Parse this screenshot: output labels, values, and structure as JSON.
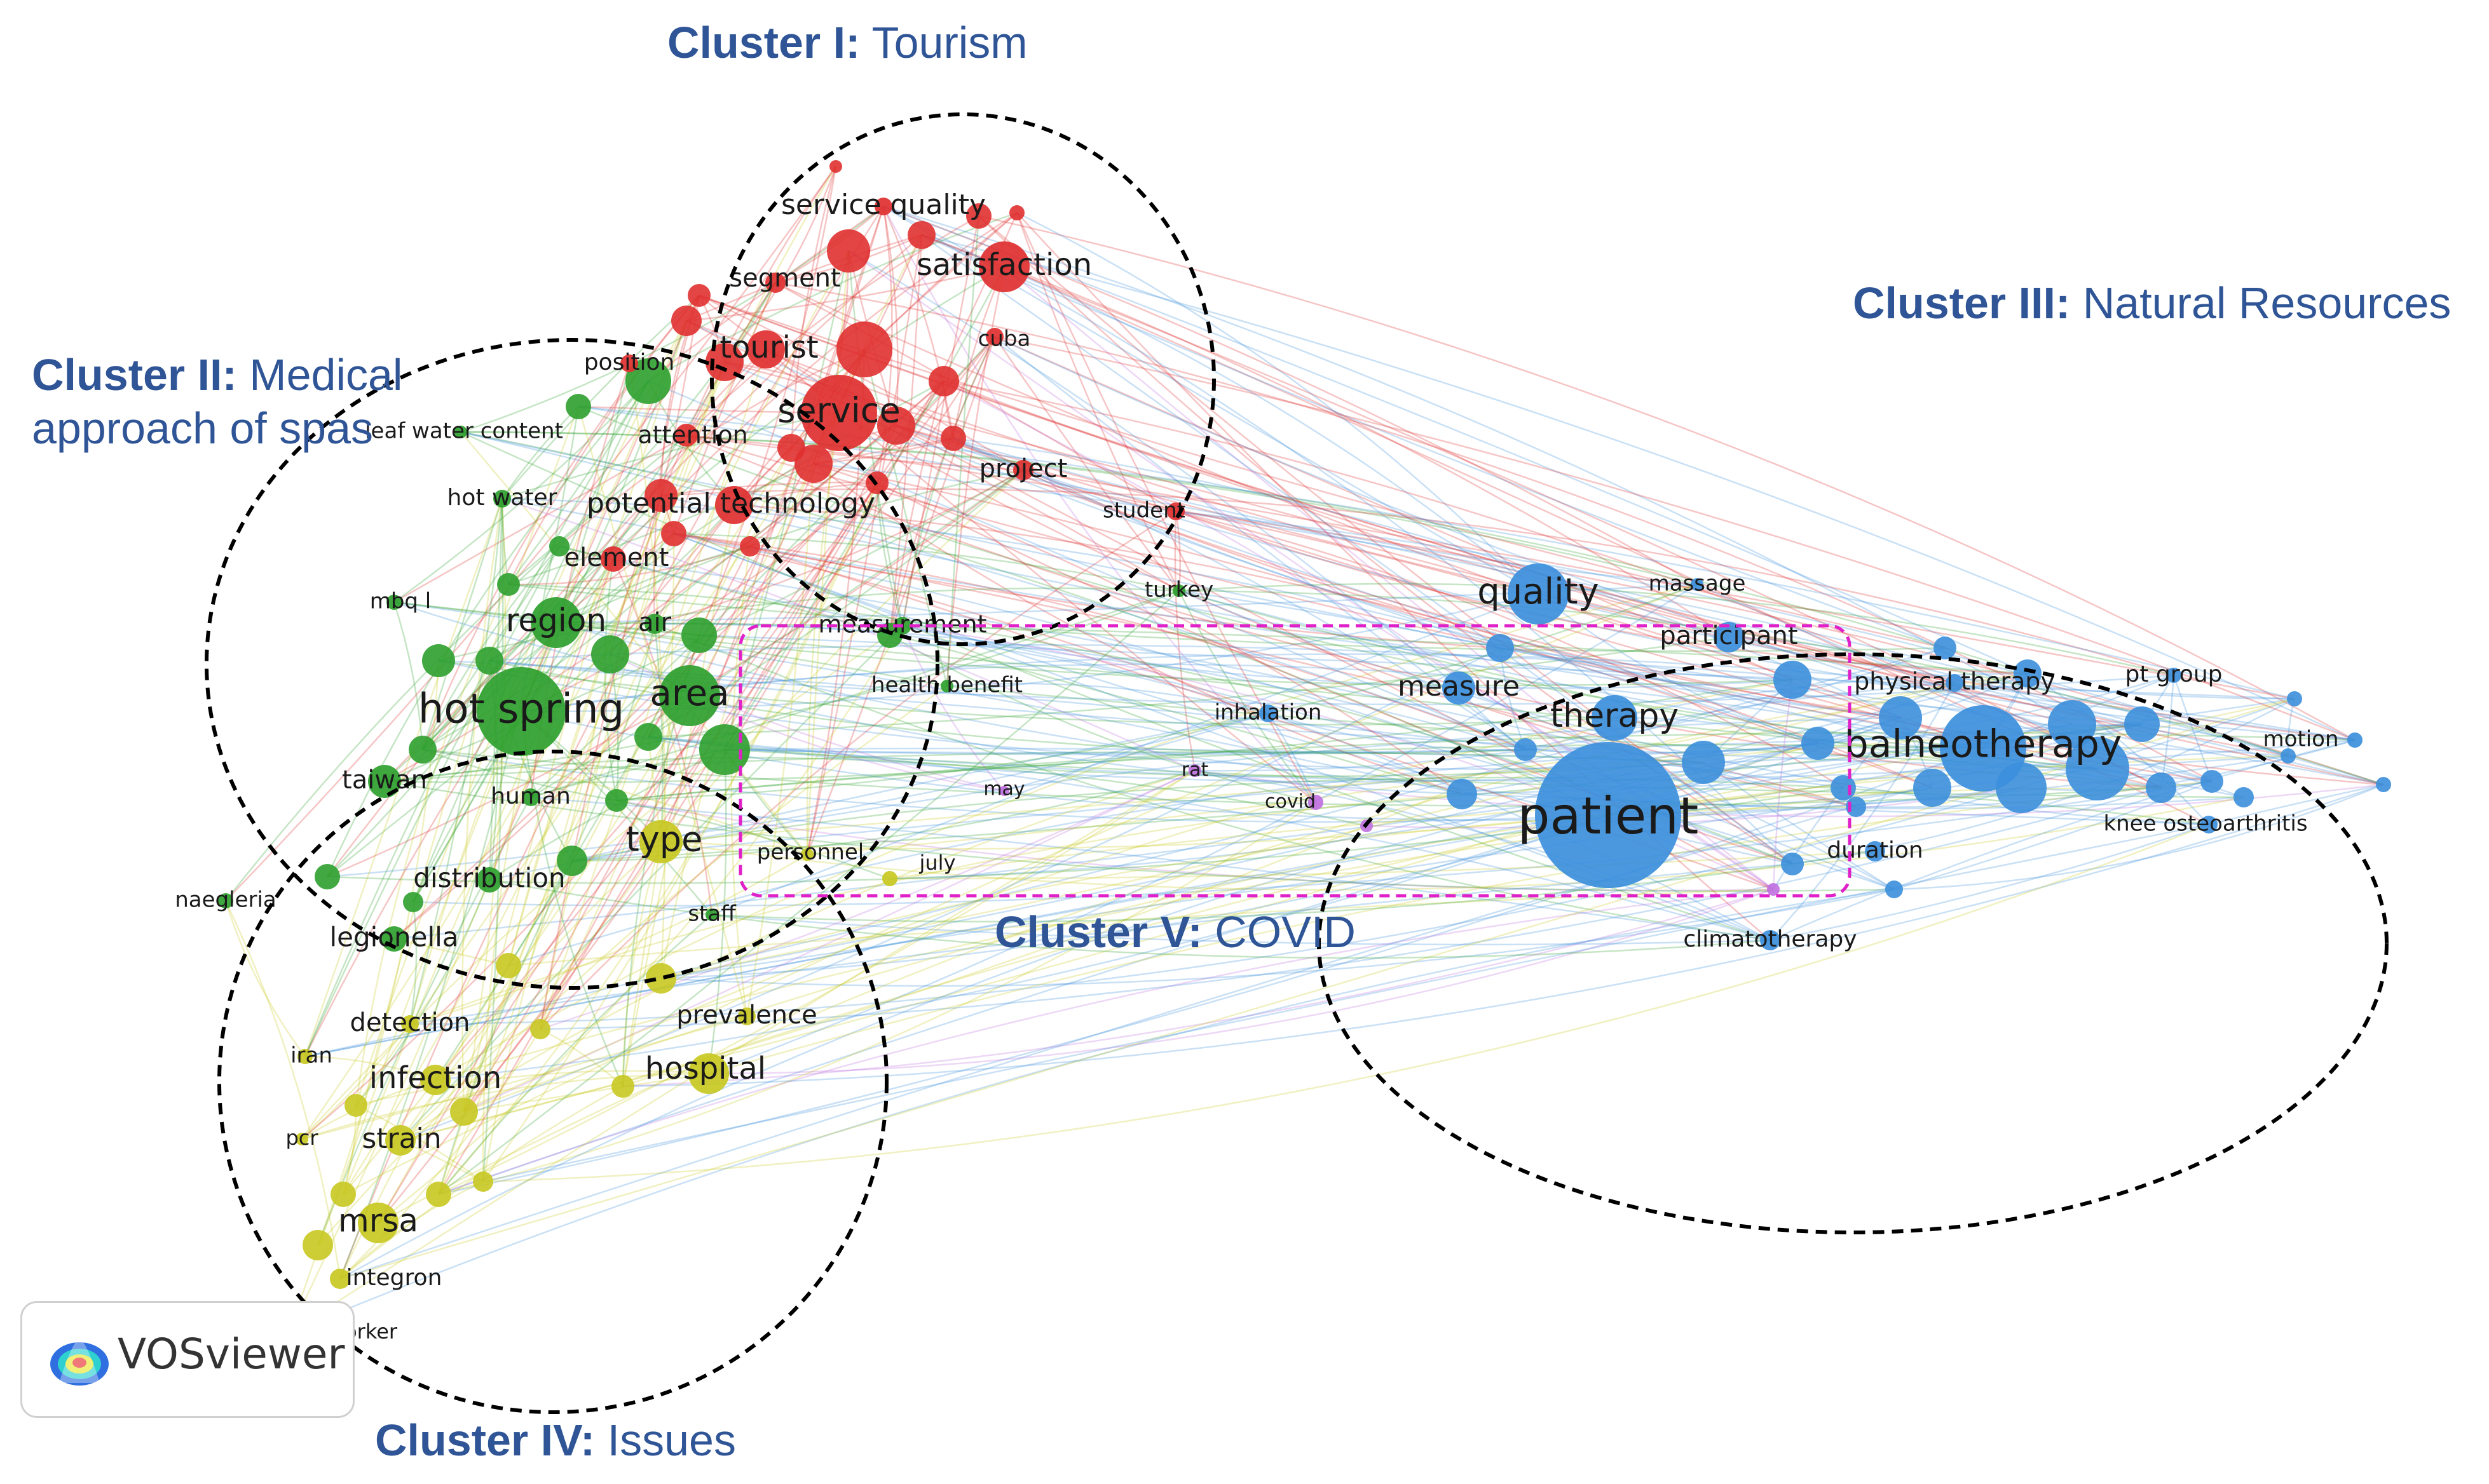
{
  "clusters": [
    {
      "id": "I",
      "label": "Cluster I:",
      "name": "Tourism",
      "color": "#e03030"
    },
    {
      "id": "II",
      "label": "Cluster II:",
      "name": "Medical",
      "name2": "approach of spas",
      "color": "#2ea02e"
    },
    {
      "id": "III",
      "label": "Cluster III:",
      "name": "Natural Resources",
      "color": "#3c8fdc"
    },
    {
      "id": "IV",
      "label": "Cluster IV:",
      "name": "Issues",
      "color": "#c8c822"
    },
    {
      "id": "V",
      "label": "Cluster V:",
      "name": "COVID",
      "color": "#c070e0"
    }
  ],
  "title_color": "#2f5597",
  "brand": {
    "name": "VOSviewer",
    "icon": "vosviewer-logo-icon"
  },
  "terms": {
    "red": [
      "service quality",
      "satisfaction",
      "segment",
      "cuba",
      "tourist",
      "position",
      "service",
      "attention",
      "project",
      "potential technology",
      "student",
      "element"
    ],
    "green": [
      "leaf water content",
      "hot water",
      "mbq l",
      "region",
      "air",
      "hot spring",
      "area",
      "taiwan",
      "human",
      "distribution",
      "naegleria",
      "legionella",
      "measurement",
      "health benefit",
      "turkey",
      "staff"
    ],
    "yellow": [
      "type",
      "personnel",
      "july",
      "detection",
      "prevalence",
      "iran",
      "infection",
      "hospital",
      "pcr",
      "strain",
      "mrsa",
      "integron",
      "health care worker"
    ],
    "blue": [
      "quality",
      "massage",
      "participant",
      "measure",
      "therapy",
      "physical therapy",
      "pt group",
      "balneotherapy",
      "motion",
      "inhalation",
      "patient",
      "knee osteoarthritis",
      "duration",
      "climatotherapy"
    ],
    "purple": [
      "rat",
      "may",
      "covid"
    ]
  }
}
